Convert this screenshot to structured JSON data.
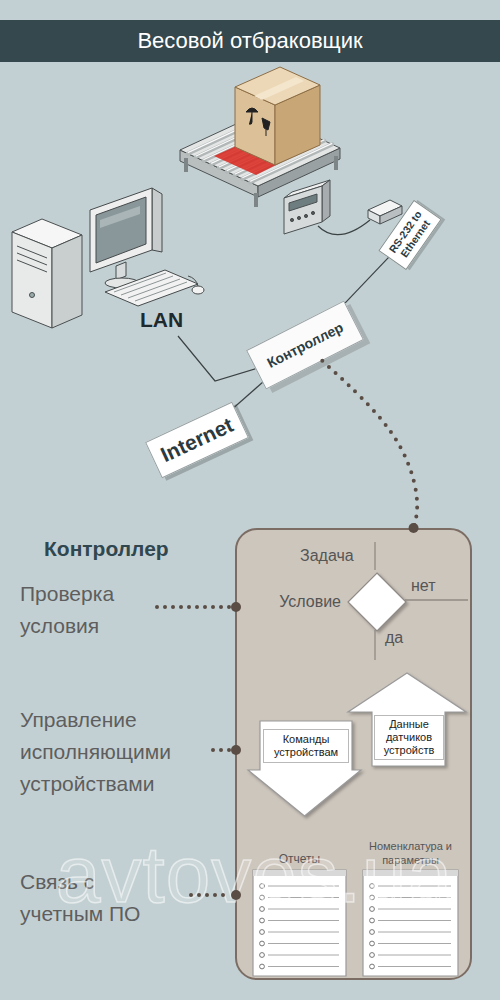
{
  "diagram": {
    "title": "Весовой отбраковщик",
    "nodes": [
      {
        "text": [
          "RS-232 to Ethernet"
        ]
      },
      {
        "text": [
          "Контроллер"
        ]
      },
      {
        "text": [
          "Internet"
        ]
      },
      {
        "text": [
          "Контроллер"
        ]
      },
      {
        "text": [
          "Условие"
        ],
        "in": 3
      },
      {
        "text": [
          "Команды устройствам"
        ],
        "in": 3
      },
      {
        "text": [
          "Данные датчиков устройств"
        ],
        "in": 3
      },
      {
        "text": [
          "Отчеты"
        ],
        "in": 3
      },
      {
        "text": [
          "Номенклатура и параметры"
        ],
        "in": 3
      }
    ],
    "edges": [
      {
        "from": 0,
        "to": 1,
        "arrow": "none"
      },
      {
        "from": 1,
        "to": 2,
        "arrow": "none"
      },
      {
        "from": 1,
        "to": 3,
        "arrow": "none"
      }
    ],
    "labels": [
      "LAN",
      "Задача",
      "нет",
      "да",
      "Проверка условия",
      "Управление исполняющими устройствами",
      "Связь с учетным ПО",
      "avtoves.ua"
    ]
  }
}
